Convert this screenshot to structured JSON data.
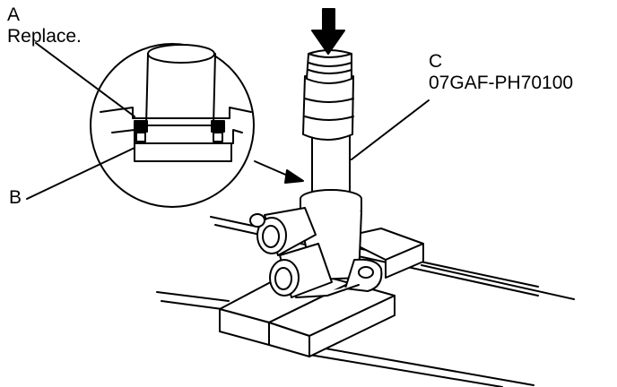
{
  "labels": {
    "a": "A",
    "a_note": "Replace.",
    "b": "B",
    "c": "C",
    "c_part_number": "07GAF-PH70100"
  },
  "colors": {
    "line": "#000000",
    "background": "#ffffff"
  }
}
